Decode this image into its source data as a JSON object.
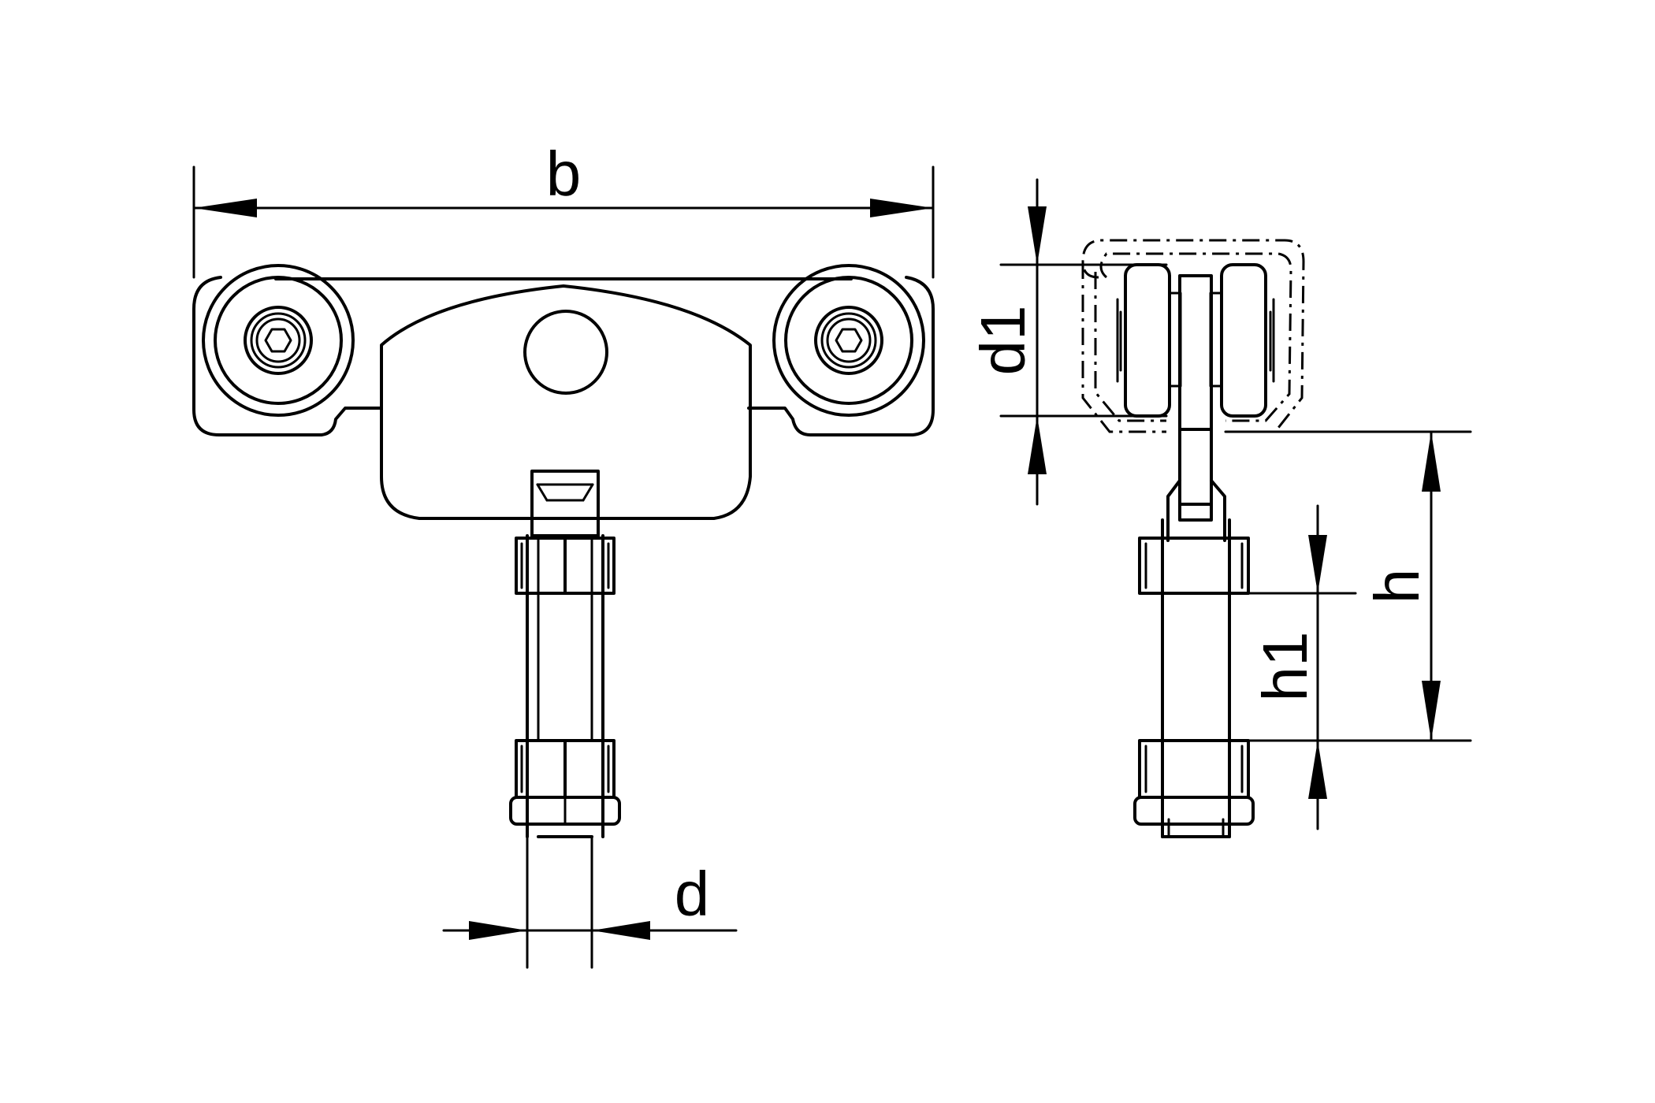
{
  "labels": {
    "b": "b",
    "d": "d",
    "d1": "d1",
    "h": "h",
    "h1": "h1"
  }
}
